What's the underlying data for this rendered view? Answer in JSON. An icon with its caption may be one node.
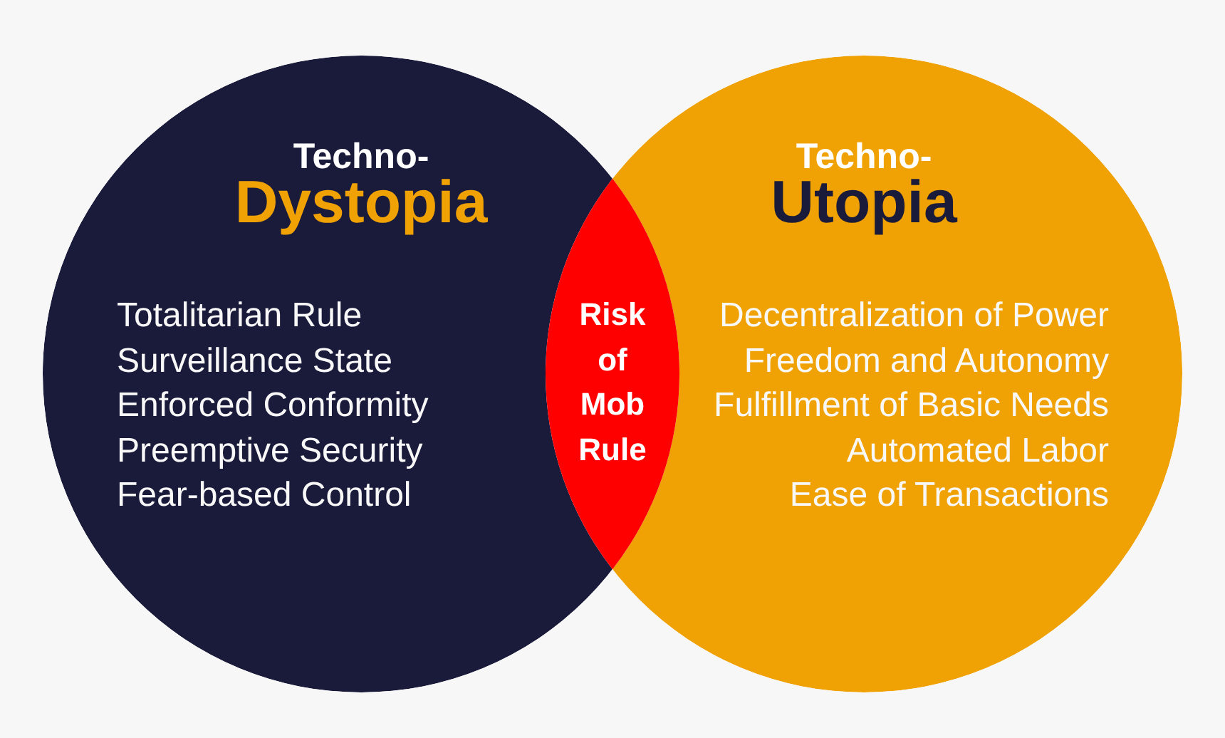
{
  "diagram": {
    "nodes": [
      {
        "text": [
          "Techno-",
          "Dystopia",
          "Totalitarian Rule",
          "Surveillance State",
          "Enforced Conformity",
          "Preemptive Security",
          "Fear-based Control"
        ]
      },
      {
        "text": [
          "Techno-",
          "Utopia",
          "Decentralization of Power",
          "Freedom and Autonomy",
          "Fulfillment of Basic Needs",
          "Automated Labor",
          "Ease of Transactions"
        ]
      },
      {
        "text": [
          "Risk of Mob Rule"
        ]
      }
    ]
  }
}
